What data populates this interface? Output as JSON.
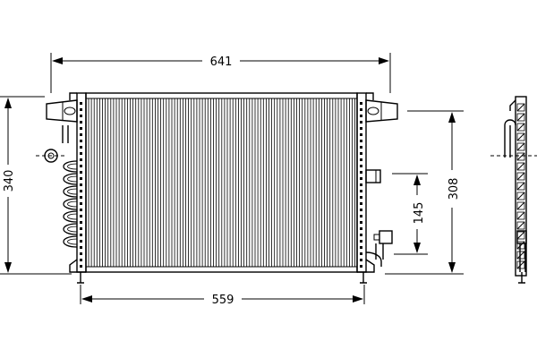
{
  "drawing": {
    "dimensions": {
      "overall_width": "641",
      "core_width": "559",
      "overall_height": "340",
      "core_height": "308",
      "port_spacing": "145"
    }
  }
}
